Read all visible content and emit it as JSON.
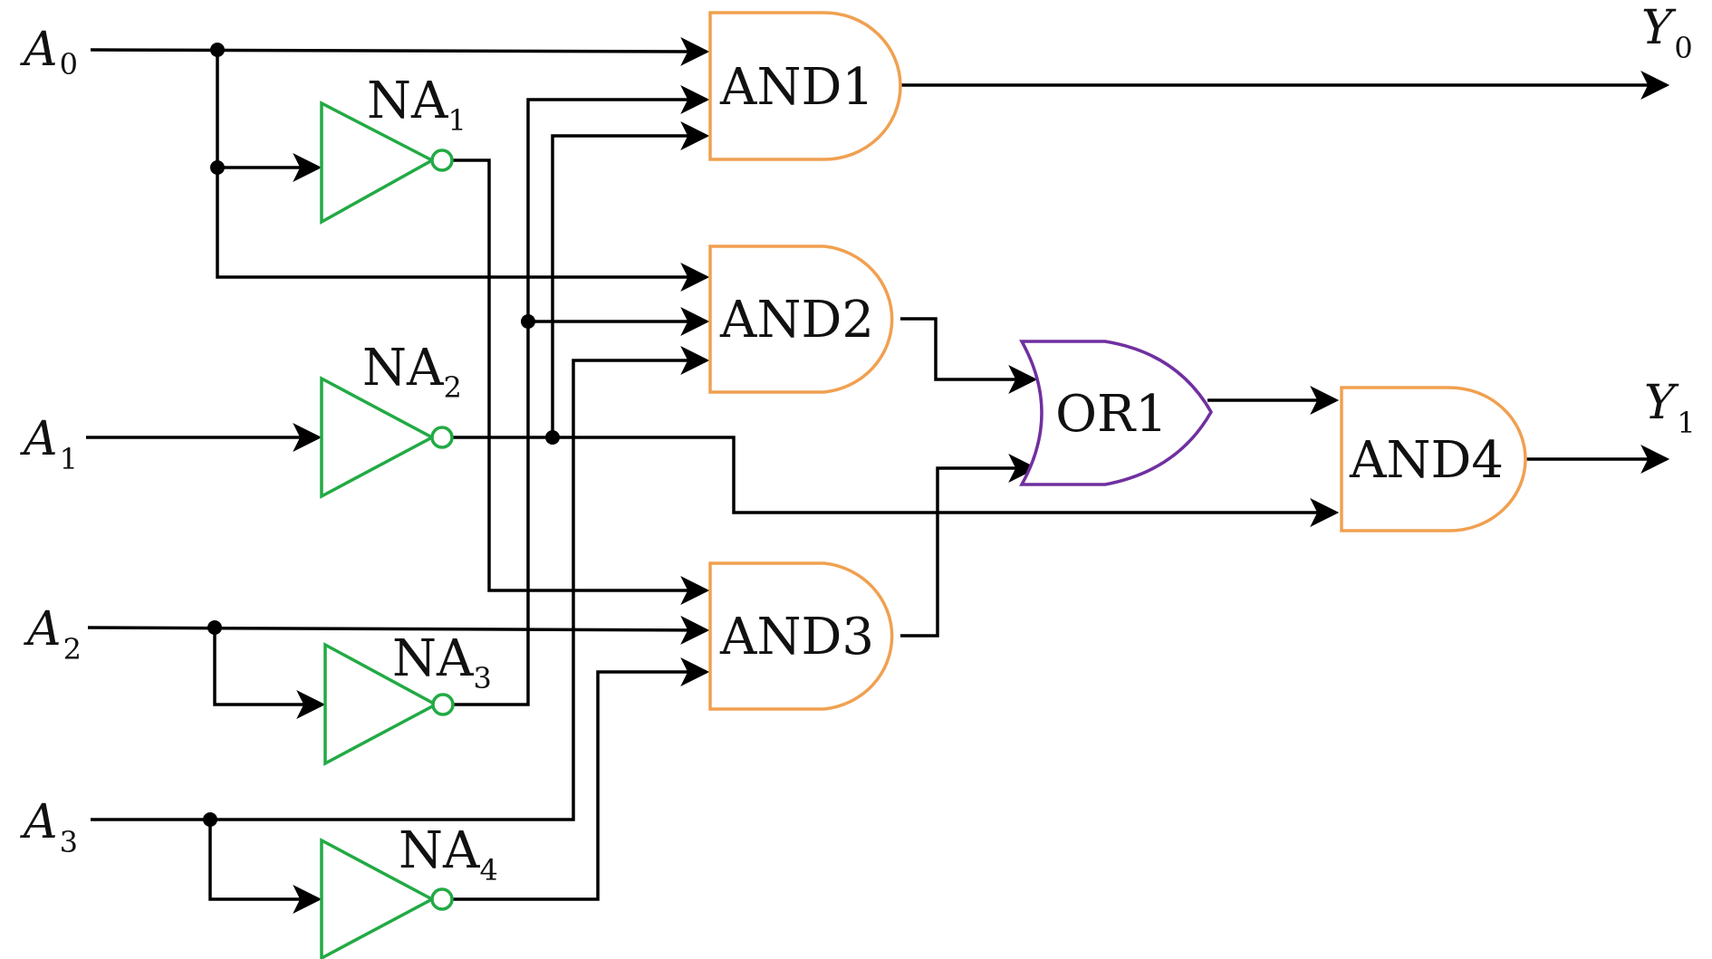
{
  "colors": {
    "and_gate": "#f0a050",
    "not_gate": "#22aa44",
    "or_gate": "#7030a0",
    "wire": "#000000"
  },
  "inputs": [
    {
      "main": "A",
      "sub": "0"
    },
    {
      "main": "A",
      "sub": "1"
    },
    {
      "main": "A",
      "sub": "2"
    },
    {
      "main": "A",
      "sub": "3"
    }
  ],
  "outputs": [
    {
      "main": "Y",
      "sub": "0"
    },
    {
      "main": "Y",
      "sub": "1"
    }
  ],
  "not_gates": [
    {
      "main": "NA",
      "sub": "1"
    },
    {
      "main": "NA",
      "sub": "2"
    },
    {
      "main": "NA",
      "sub": "3"
    },
    {
      "main": "NA",
      "sub": "4"
    }
  ],
  "and_gates": [
    "AND1",
    "AND2",
    "AND3",
    "AND4"
  ],
  "or_gates": [
    "OR1"
  ]
}
